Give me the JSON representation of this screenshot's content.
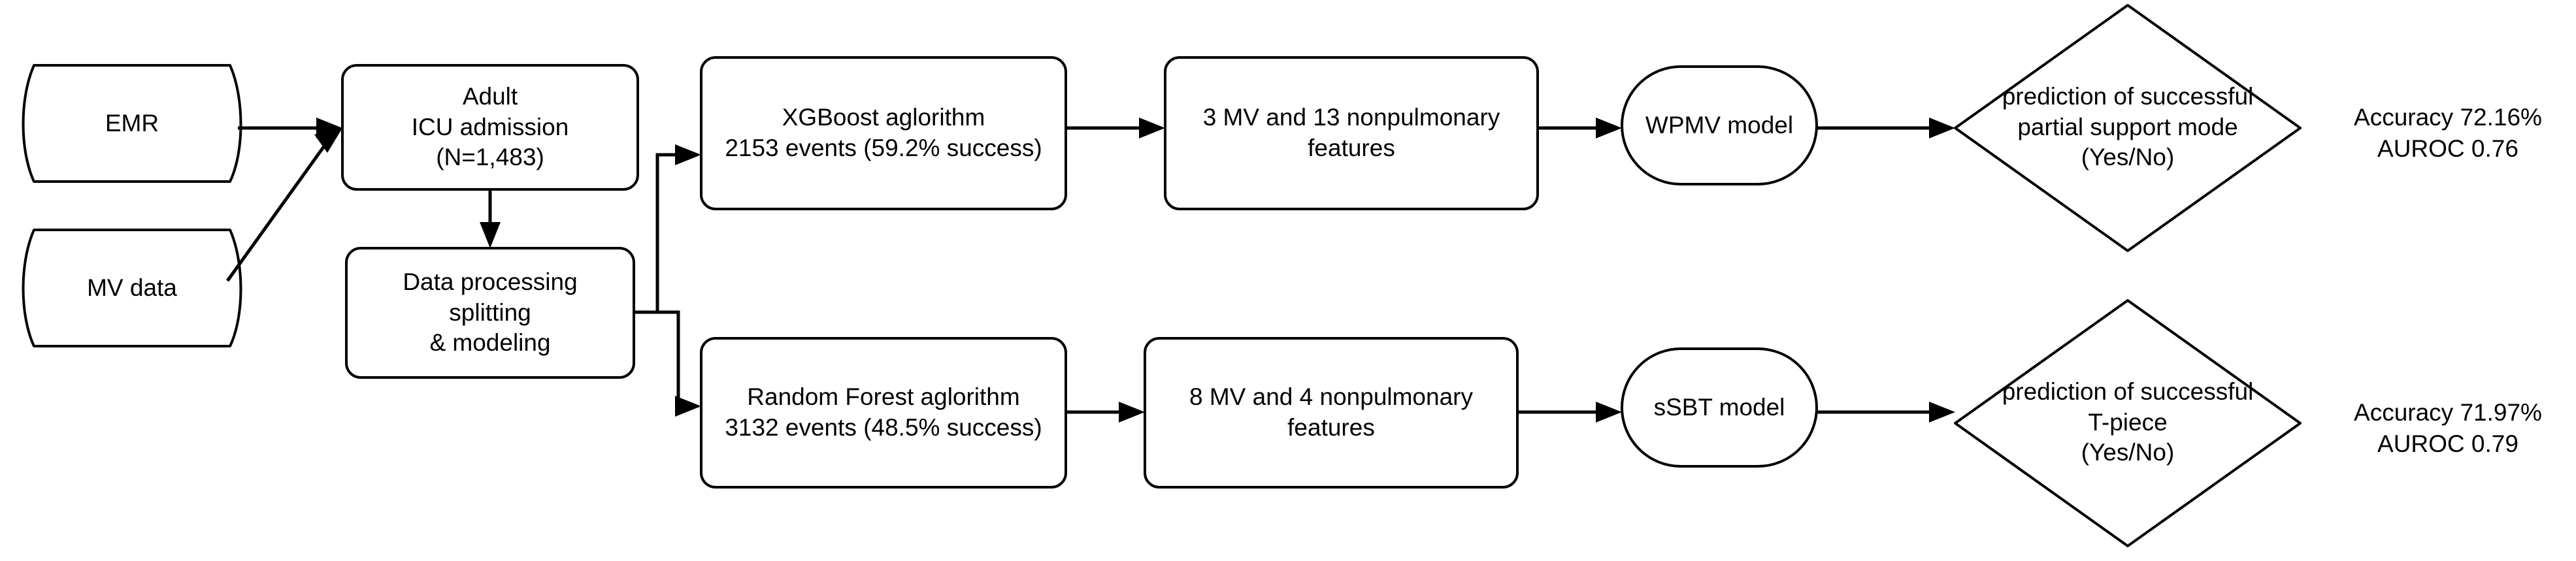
{
  "diagram": {
    "type": "flowchart",
    "orientation": "left-to-right",
    "background_color": "#ffffff",
    "stroke_color": "#000000",
    "text_color": "#000000"
  },
  "nodes": {
    "emr": {
      "label": "EMR",
      "shape": "tape"
    },
    "mv_data": {
      "label": "MV data",
      "shape": "tape"
    },
    "icu_admission": {
      "label": "Adult\nICU admission\n(N=1,483)",
      "shape": "rounded-rect"
    },
    "data_processing": {
      "label": "Data processing\nsplitting\n& modeling",
      "shape": "rounded-rect"
    },
    "xgboost": {
      "label": "XGBoost aglorithm\n2153 events (59.2% success)",
      "shape": "rounded-rect"
    },
    "random_forest": {
      "label": "Random Forest aglorithm\n3132 events (48.5% success)",
      "shape": "rounded-rect"
    },
    "features_top": {
      "label": "3 MV and 13 nonpulmonary\nfeatures",
      "shape": "rounded-rect"
    },
    "features_bottom": {
      "label": "8 MV and 4 nonpulmonary\nfeatures",
      "shape": "rounded-rect"
    },
    "wpmv_model": {
      "label": "WPMV model",
      "shape": "stadium"
    },
    "ssbt_model": {
      "label": "sSBT model",
      "shape": "stadium"
    },
    "decision_top": {
      "label": "prediction of successful\npartial support mode\n(Yes/No)",
      "shape": "diamond"
    },
    "decision_bottom": {
      "label": "prediction of successful\nT-piece\n(Yes/No)",
      "shape": "diamond"
    }
  },
  "results": {
    "top": {
      "accuracy": "Accuracy 72.16%",
      "auroc": "AUROC  0.76"
    },
    "bottom": {
      "accuracy": "Accuracy 71.97%",
      "auroc": "AUROC 0.79"
    }
  },
  "edges": [
    {
      "from": "emr",
      "to": "icu_admission",
      "style": "straight-arrow"
    },
    {
      "from": "mv_data",
      "to": "icu_admission",
      "style": "diagonal-arrow"
    },
    {
      "from": "icu_admission",
      "to": "data_processing",
      "style": "vertical-arrow"
    },
    {
      "from": "data_processing",
      "to": "xgboost",
      "style": "elbow-arrow-up"
    },
    {
      "from": "data_processing",
      "to": "random_forest",
      "style": "elbow-arrow-down"
    },
    {
      "from": "xgboost",
      "to": "features_top",
      "style": "straight-arrow"
    },
    {
      "from": "features_top",
      "to": "wpmv_model",
      "style": "straight-arrow"
    },
    {
      "from": "wpmv_model",
      "to": "decision_top",
      "style": "straight-arrow"
    },
    {
      "from": "random_forest",
      "to": "features_bottom",
      "style": "straight-arrow"
    },
    {
      "from": "features_bottom",
      "to": "ssbt_model",
      "style": "straight-arrow"
    },
    {
      "from": "ssbt_model",
      "to": "decision_bottom",
      "style": "straight-arrow"
    }
  ]
}
